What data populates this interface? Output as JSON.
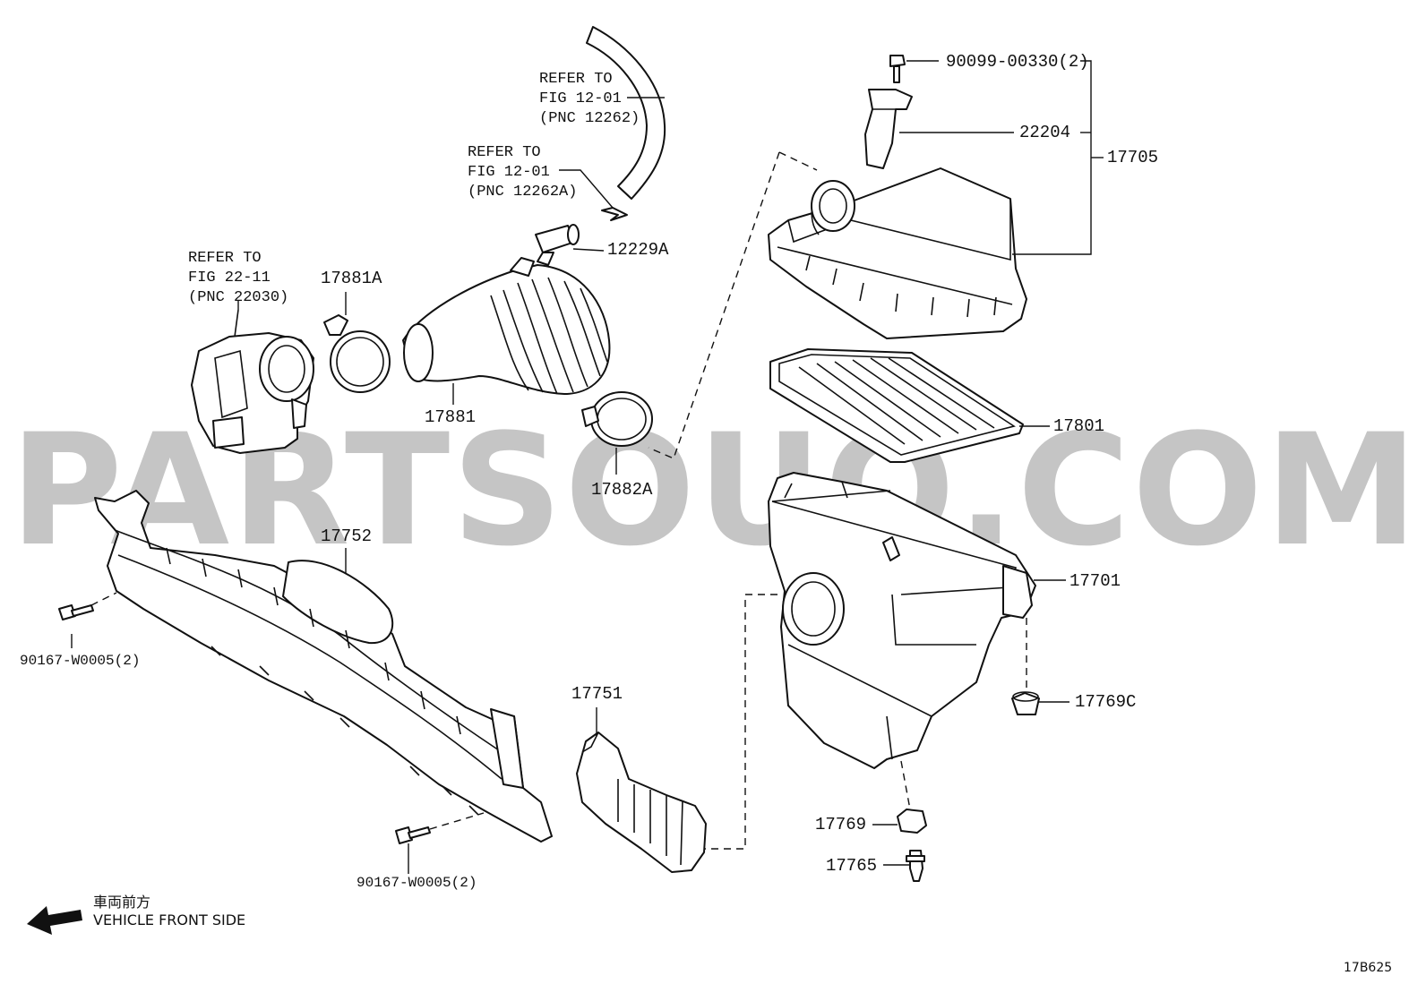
{
  "watermark": "PARTSOUQ.COM",
  "diagram_id": "17B625",
  "direction_note": {
    "japanese": "車両前方",
    "english": "VEHICLE FRONT SIDE"
  },
  "references": [
    {
      "line1": "REFER TO",
      "line2": "FIG 12-01",
      "line3": "(PNC 12262)"
    },
    {
      "line1": "REFER TO",
      "line2": "FIG 12-01",
      "line3": "(PNC 12262A)"
    },
    {
      "line1": "REFER TO",
      "line2": "FIG 22-11",
      "line3": "(PNC 22030)"
    }
  ],
  "parts": {
    "p90099": "90099-00330(2)",
    "p22204": "22204",
    "p17705": "17705",
    "p12229A": "12229A",
    "p17881A": "17881A",
    "p17881": "17881",
    "p17882A": "17882A",
    "p17801": "17801",
    "p17752": "17752",
    "p90167a": "90167-W0005(2)",
    "p90167b": "90167-W0005(2)",
    "p17701": "17701",
    "p17769C": "17769C",
    "p17751": "17751",
    "p17769": "17769",
    "p17765": "17765"
  }
}
